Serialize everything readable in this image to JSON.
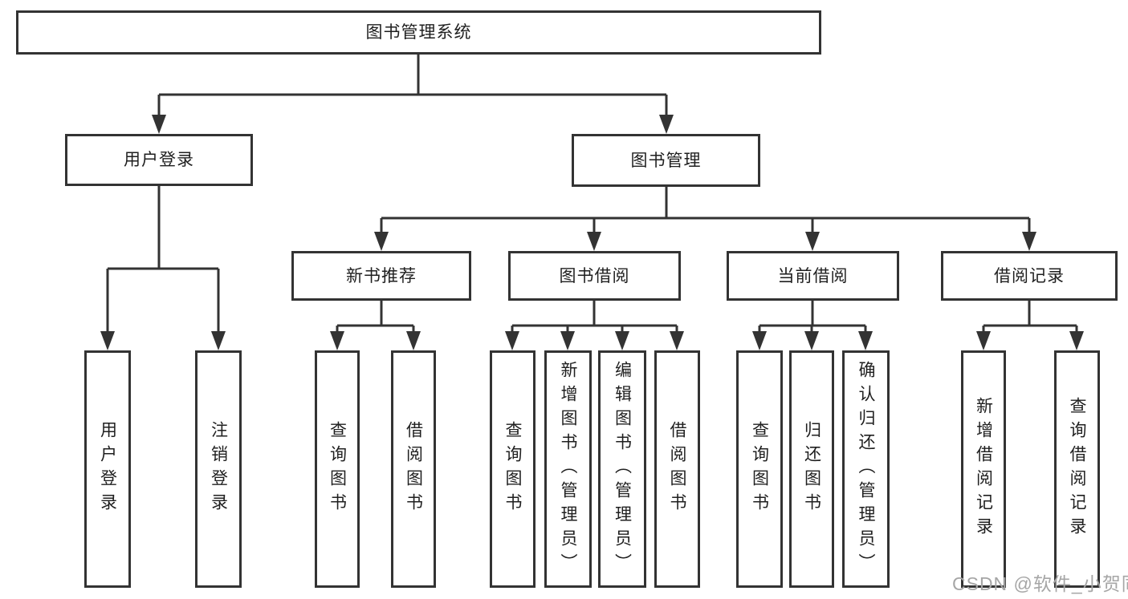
{
  "diagram": {
    "root": {
      "label": "图书管理系统"
    },
    "branches": [
      {
        "label": "用户登录",
        "children": [
          {
            "label": "用户登录"
          },
          {
            "label": "注销登录"
          }
        ]
      },
      {
        "label": "图书管理",
        "children": [
          {
            "label": "新书推荐",
            "children": [
              {
                "label": "查询图书"
              },
              {
                "label": "借阅图书"
              }
            ]
          },
          {
            "label": "图书借阅",
            "children": [
              {
                "label": "查询图书"
              },
              {
                "label": "新增图书（管理员）"
              },
              {
                "label": "编辑图书（管理员）"
              },
              {
                "label": "借阅图书"
              }
            ]
          },
          {
            "label": "当前借阅",
            "children": [
              {
                "label": "查询图书"
              },
              {
                "label": "归还图书"
              },
              {
                "label": "确认归还（管理员）"
              }
            ]
          },
          {
            "label": "借阅记录",
            "children": [
              {
                "label": "新增借阅记录"
              },
              {
                "label": "查询借阅记录"
              }
            ]
          }
        ]
      }
    ],
    "watermark": "CSDN @软件_小贺同学",
    "colors": {
      "line": "#333333",
      "text": "#1f1f1f",
      "watermark": "#a6a6a6",
      "background": "#ffffff"
    }
  }
}
